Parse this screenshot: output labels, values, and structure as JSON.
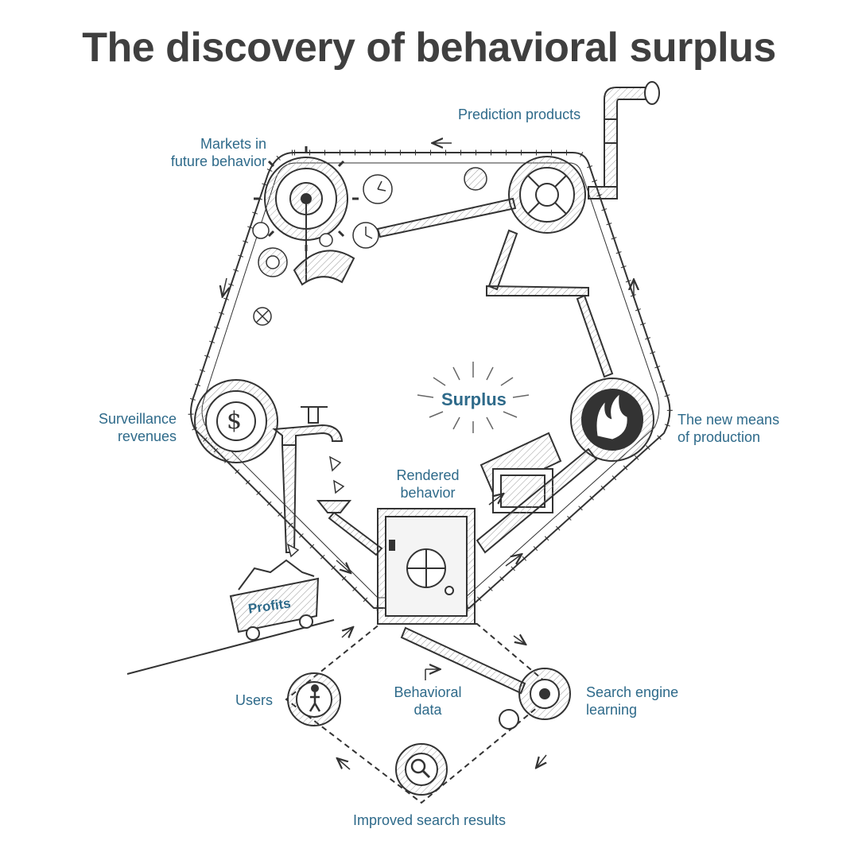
{
  "title": "The discovery of behavioral surplus",
  "labels": {
    "prediction_products": "Prediction products",
    "markets_future_line1": "Markets in",
    "markets_future_line2": "future behavior",
    "surveillance_line1": "Surveillance",
    "surveillance_line2": "revenues",
    "new_means_line1": "The new means",
    "new_means_line2": "of production",
    "rendered_line1": "Rendered",
    "rendered_line2": "behavior",
    "surplus": "Surplus",
    "profits": "Profits",
    "users": "Users",
    "behavioral_data_line1": "Behavioral",
    "behavioral_data_line2": "data",
    "search_engine_line1": "Search engine",
    "search_engine_line2": "learning",
    "improved_search": "Improved search results"
  },
  "icons": {
    "dollar": "$"
  },
  "colors": {
    "title": "#3f3f3f",
    "label": "#2e6a8a",
    "sketch": "#333333"
  }
}
